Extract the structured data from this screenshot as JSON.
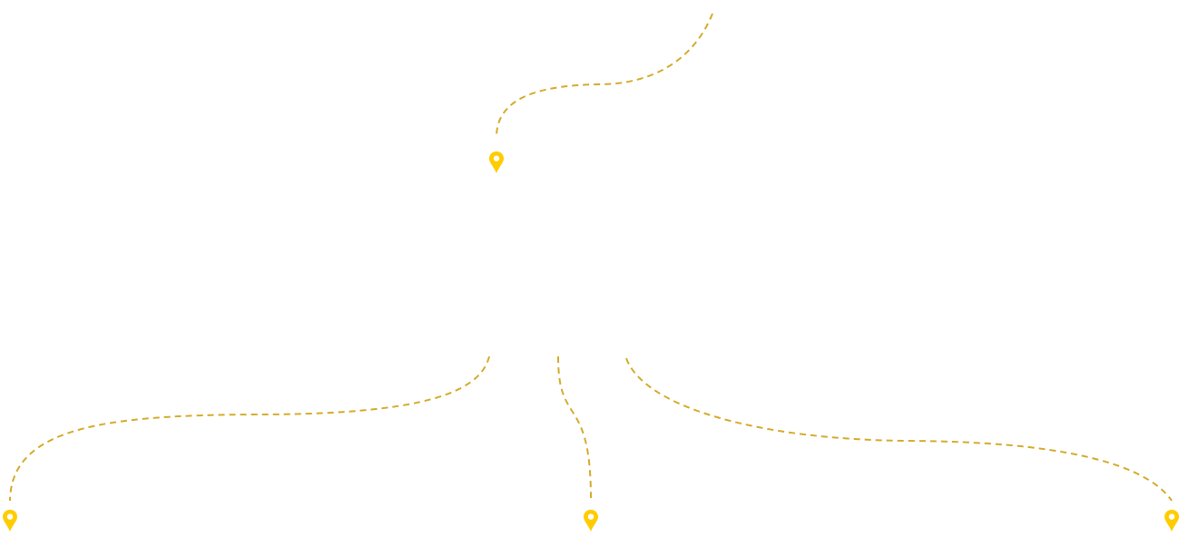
{
  "diagram": {
    "path_color": "#D4AC2B",
    "pin_color": "#FFCC00",
    "pin_center_color": "#ffffff",
    "connectors": [
      {
        "id": "top-branch",
        "style": "dashed"
      },
      {
        "id": "left-branch",
        "style": "dashed"
      },
      {
        "id": "center-branch",
        "style": "dashed"
      },
      {
        "id": "right-branch",
        "style": "dashed"
      }
    ],
    "markers": [
      {
        "id": "upper-pin",
        "icon": "location-pin-icon"
      },
      {
        "id": "bottom-left-pin",
        "icon": "location-pin-icon"
      },
      {
        "id": "bottom-center-pin",
        "icon": "location-pin-icon"
      },
      {
        "id": "bottom-right-pin",
        "icon": "location-pin-icon"
      }
    ]
  }
}
